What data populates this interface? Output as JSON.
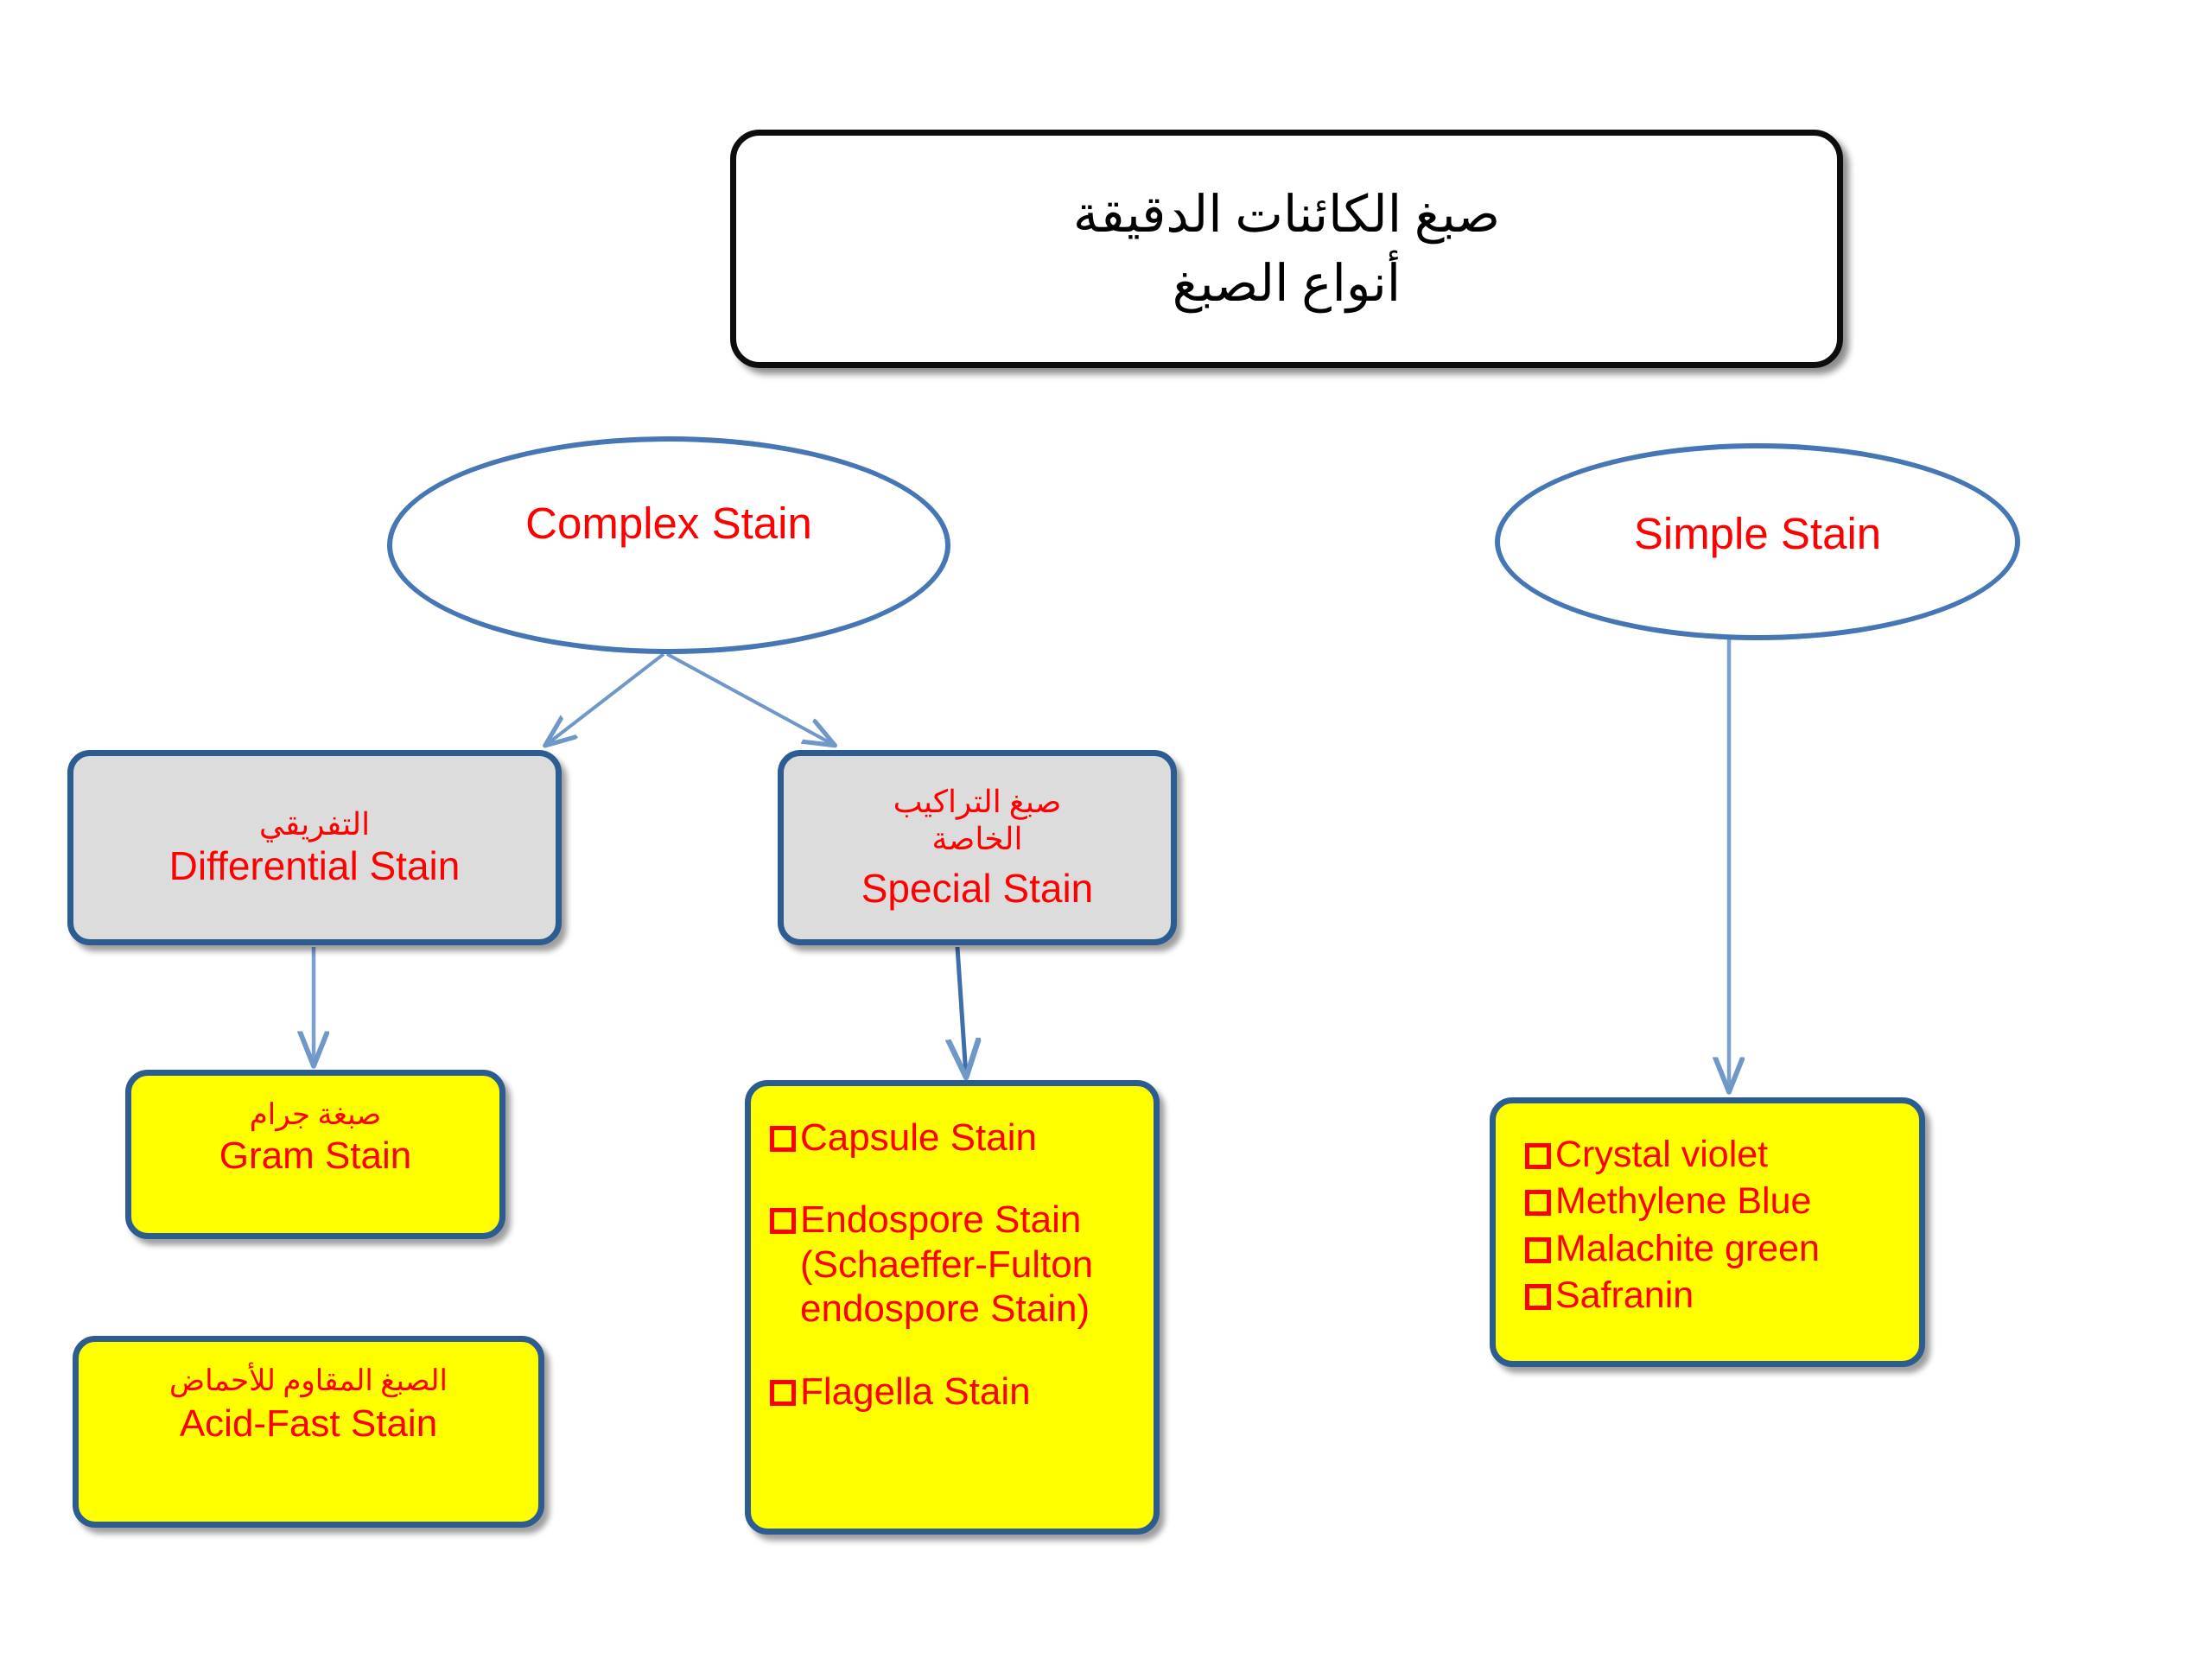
{
  "title": {
    "line1": "صبغ الكائنات الدقيقة",
    "line2": "أنواع الصبغ"
  },
  "nodes": {
    "complex_stain": {
      "label": "Complex Stain"
    },
    "simple_stain": {
      "label": "Simple Stain"
    },
    "differential_stain": {
      "arabic": "التفريقي",
      "english": "Differential Stain"
    },
    "special_stain": {
      "arabic_line1": "صبغ التراكيب",
      "arabic_line2": "الخاصة",
      "english": "Special Stain"
    },
    "gram_stain": {
      "arabic": "صبغة جرام",
      "english": "Gram Stain"
    },
    "acid_fast_stain": {
      "arabic": "الصبغ المقاوم للأحماض",
      "english": "Acid-Fast  Stain"
    },
    "special_stain_list": {
      "items": [
        "Capsule Stain",
        "Endospore Stain (Schaeffer-Fulton endospore Stain)",
        "Flagella Stain"
      ]
    },
    "simple_stain_list": {
      "items": [
        "Crystal violet",
        "Methylene Blue",
        "Malachite green",
        "Safranin"
      ]
    }
  },
  "colors": {
    "text_red": "#ff0000",
    "border_blue": "#2d5c91",
    "ellipse_blue": "#4677b4",
    "connector_blue": "#7ba0cf",
    "box_yellow": "#ffff00",
    "box_gray": "#dcdcdc",
    "title_black": "#0d0d0d"
  },
  "icons": {
    "bullet": "hollow-square-bullet-icon"
  }
}
